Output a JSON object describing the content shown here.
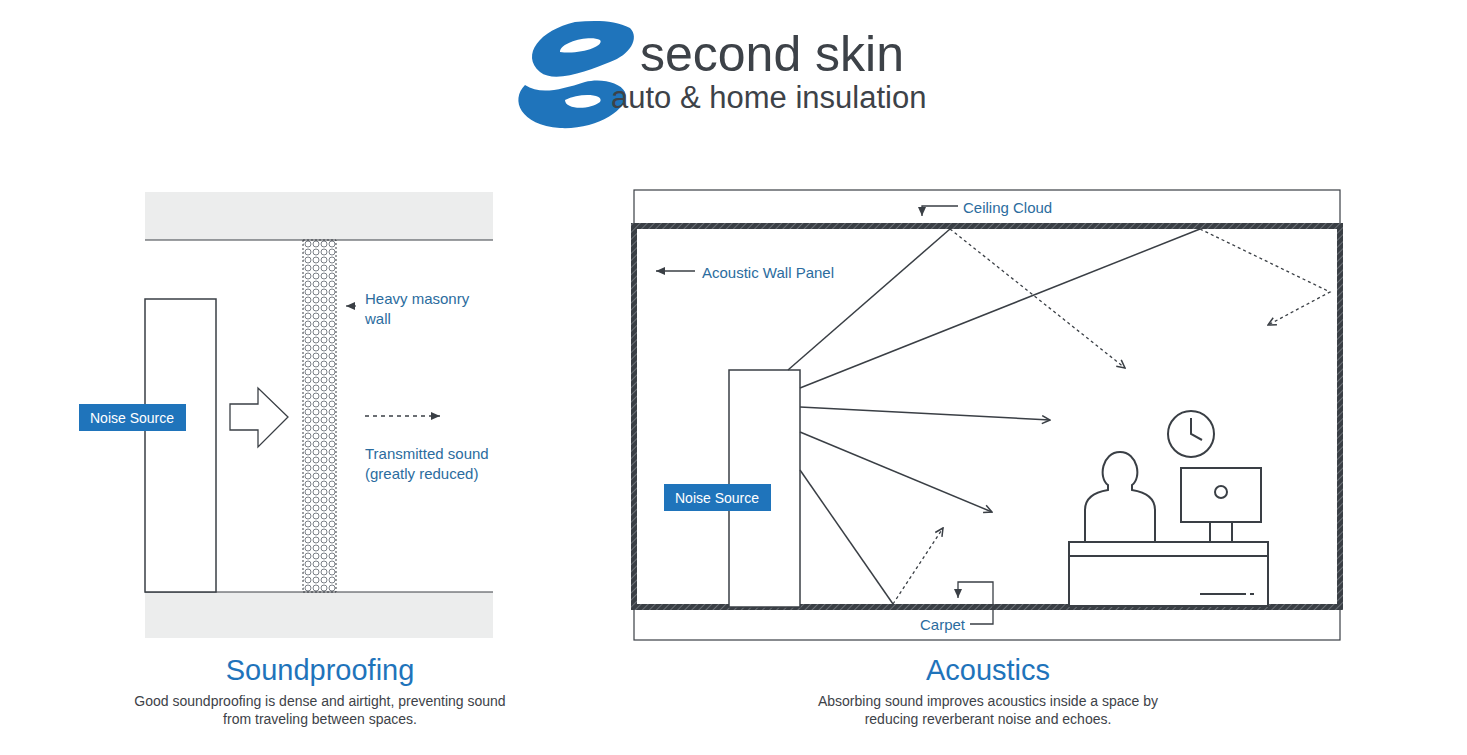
{
  "diagram": {
    "nodes": [
      {
        "text": [
          "Noise Source"
        ]
      },
      {
        "text": [
          "Noise Source"
        ]
      }
    ],
    "labels": [
      "second skin",
      "auto & home insulation",
      "Heavy masonry wall",
      "Transmitted sound (greatly reduced)",
      "Soundproofing",
      "Good soundproofing is dense and airtight, preventing sound from traveling between spaces.",
      "Ceiling Cloud",
      "Acoustic Wall Panel",
      "Carpet",
      "Acoustics",
      "Absorbing sound improves acoustics inside a space by reducing reverberant noise and echoes."
    ]
  }
}
